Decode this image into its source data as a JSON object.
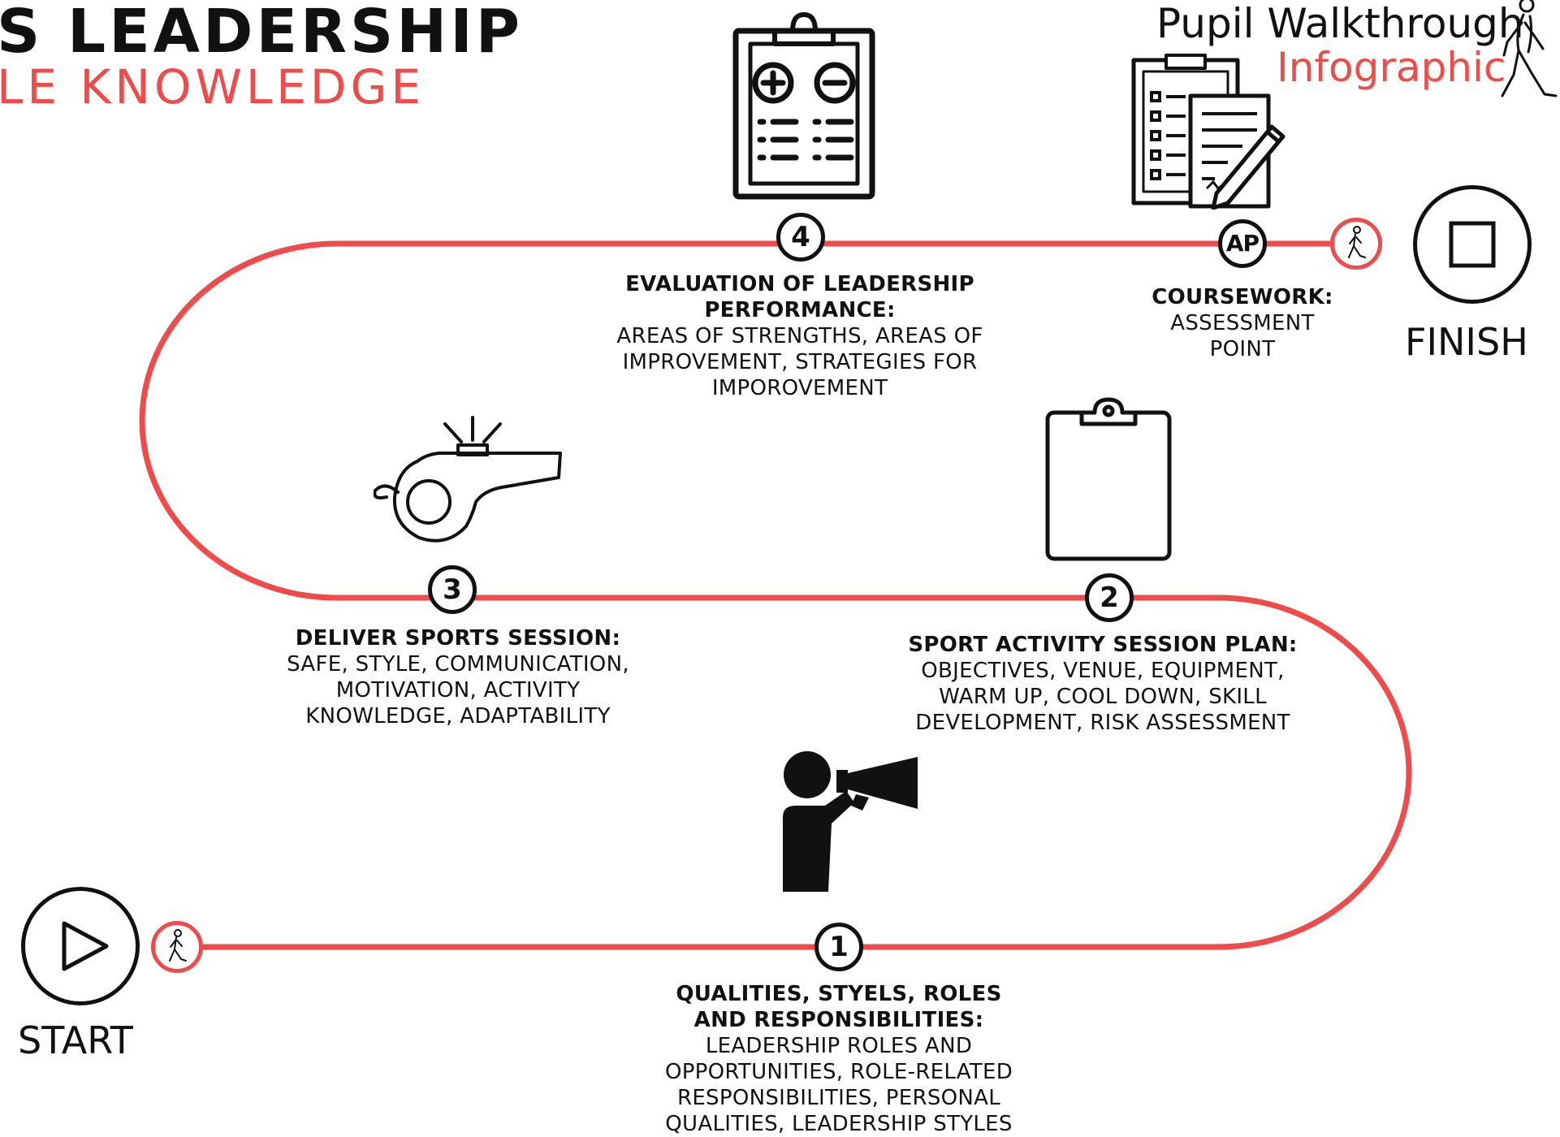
{
  "header": {
    "title": "S LEADERSHIP",
    "subtitle": "LE KNOWLEDGE"
  },
  "brand": {
    "line1": "Pupil Walkthrough",
    "line2": "Infographic"
  },
  "endpoints": {
    "start": "START",
    "finish": "FINISH"
  },
  "markers": {
    "m1": "1",
    "m2": "2",
    "m3": "3",
    "m4": "4",
    "ap": "AP"
  },
  "steps": {
    "s1": {
      "heading": "QUALITIES, STYELS, ROLES AND RESPONSIBILITIES:",
      "body": "LEADERSHIP ROLES AND OPPORTUNITIES, ROLE-RELATED RESPONSIBILITIES, PERSONAL QUALITIES, LEADERSHIP STYLES"
    },
    "s2": {
      "heading": "SPORT ACTIVITY SESSION PLAN:",
      "body": "OBJECTIVES, VENUE, EQUIPMENT, WARM UP, COOL DOWN, SKILL DEVELOPMENT, RISK ASSESSMENT"
    },
    "s3": {
      "heading": "DELIVER SPORTS SESSION:",
      "body": "SAFE, STYLE, COMMUNICATION, MOTIVATION, ACTIVITY KNOWLEDGE, ADAPTABILITY"
    },
    "s4": {
      "heading": "EVALUATION OF LEADERSHIP PERFORMANCE:",
      "body": "AREAS OF STRENGTHS, AREAS OF IMPROVEMENT, STRATEGIES FOR IMPOROVEMENT"
    },
    "ap": {
      "heading": "COURSEWORK:",
      "body": "ASSESSMENT POINT"
    }
  },
  "colors": {
    "path": "#ef4b4b",
    "ink": "#111111",
    "accent": "#ef4b4b"
  },
  "icons": {
    "start": "play-icon",
    "finish": "stop-icon",
    "walker": "walking-person-icon",
    "s1": "megaphone-person-icon",
    "s2": "clipboard-icon",
    "s3": "whistle-icon",
    "s4": "pros-cons-clipboard-icon",
    "ap": "coursework-documents-icon"
  }
}
